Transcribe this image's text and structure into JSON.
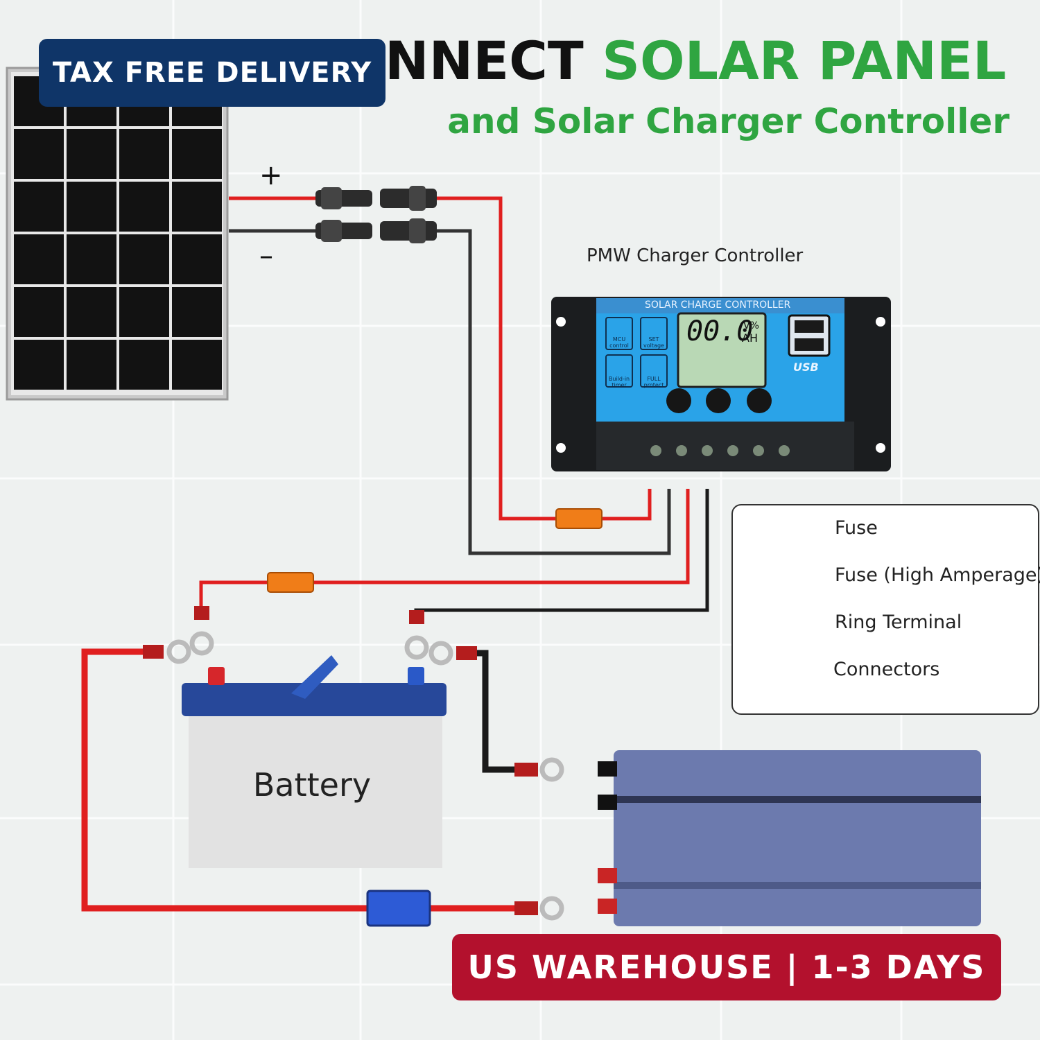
{
  "title": {
    "line1_dark": "NNECT",
    "line1_green": "SOLAR PANEL",
    "line2": "and Solar Charger Controller"
  },
  "badges": {
    "top": "TAX FREE DELIVERY",
    "bottom": "US WAREHOUSE | 1-3 DAYS"
  },
  "panel": {
    "plus": "+",
    "minus": "–"
  },
  "controller": {
    "label": "PMW Charger Controller",
    "header": "SOLAR CHARGE CONTROLLER",
    "display_value": "00.0",
    "display_units_top": "V%",
    "display_units_bottom": "AH",
    "icon_mcu": "MCU control",
    "icon_set": "SET voltage",
    "icon_timer": "Build-in timer",
    "icon_protect": "FULL protect",
    "usb": "USB"
  },
  "battery": {
    "label": "Battery"
  },
  "legend": {
    "fuse": "Fuse",
    "fuse_high": "Fuse (High Amperage)",
    "ring_terminal": "Ring Terminal",
    "connectors": "Connectors"
  },
  "colors": {
    "wire_red": "#e01f1f",
    "wire_black": "#1a1a1a",
    "fuse_orange": "#f07d18",
    "fuse_blue": "#2d5bd6",
    "title_green": "#2fa541",
    "badge_navy": "#0f3568",
    "badge_red": "#b3112d",
    "controller_blue": "#2aa3e8"
  }
}
